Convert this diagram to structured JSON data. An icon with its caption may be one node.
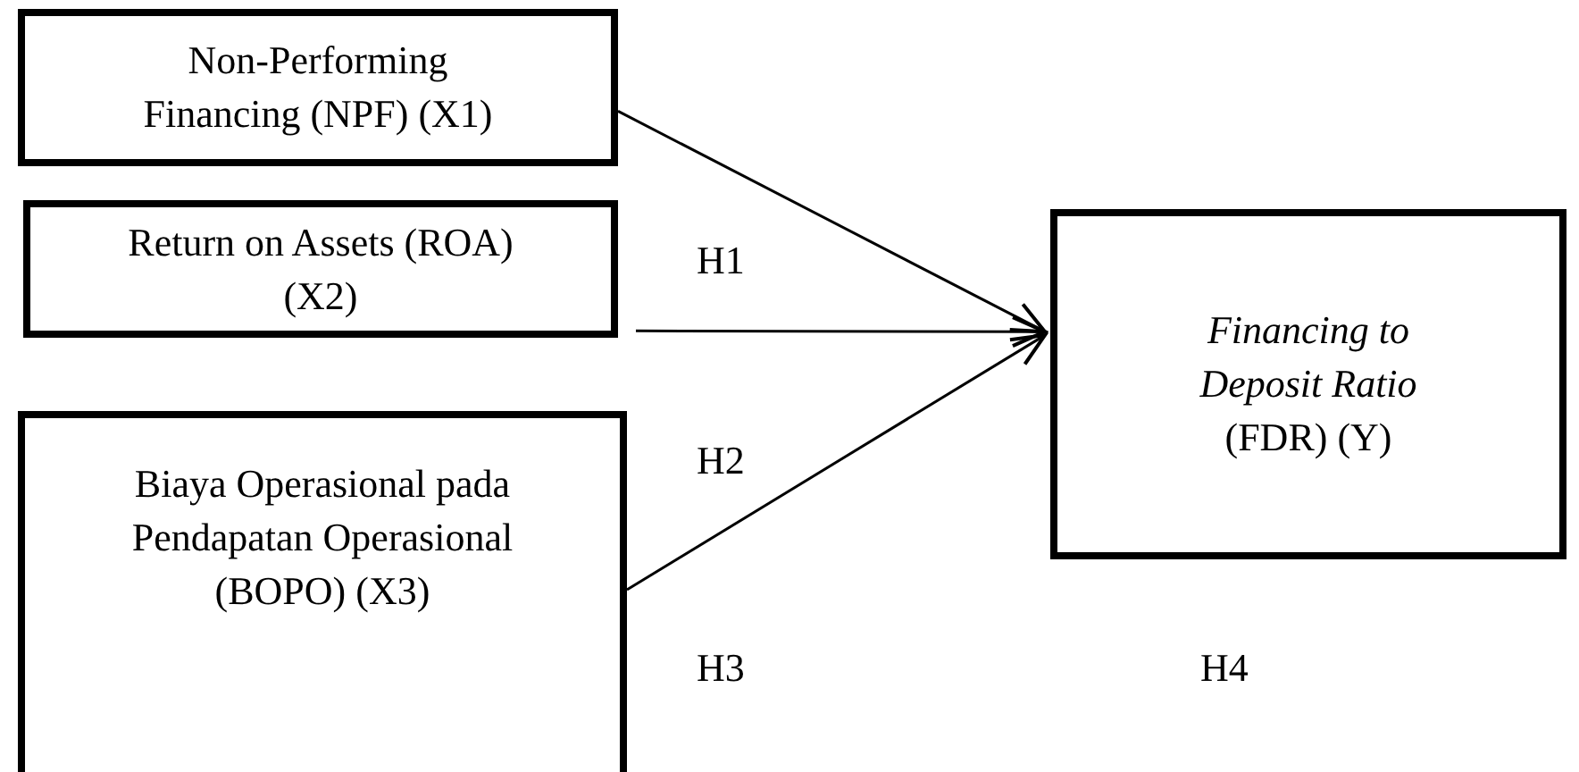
{
  "diagram": {
    "nodes": [
      {
        "text": [
          "Non-Performing Financing (NPF) (X1)"
        ]
      },
      {
        "text": [
          "Return on Assets (ROA) (X2)"
        ]
      },
      {
        "text": [
          "Biaya Operasional pada Pendapatan Operasional (BOPO) (X3)"
        ]
      },
      {
        "text": [
          "*Financing to Deposit Ratio* (FDR) (Y)"
        ]
      }
    ],
    "edges": [
      {
        "from": 0,
        "to": 3,
        "arrow": "to"
      },
      {
        "from": 1,
        "to": 3,
        "arrow": "to"
      },
      {
        "from": 2,
        "to": 3,
        "arrow": "to"
      }
    ],
    "labels": [
      "H1",
      "H2",
      "H3",
      "H4"
    ]
  }
}
